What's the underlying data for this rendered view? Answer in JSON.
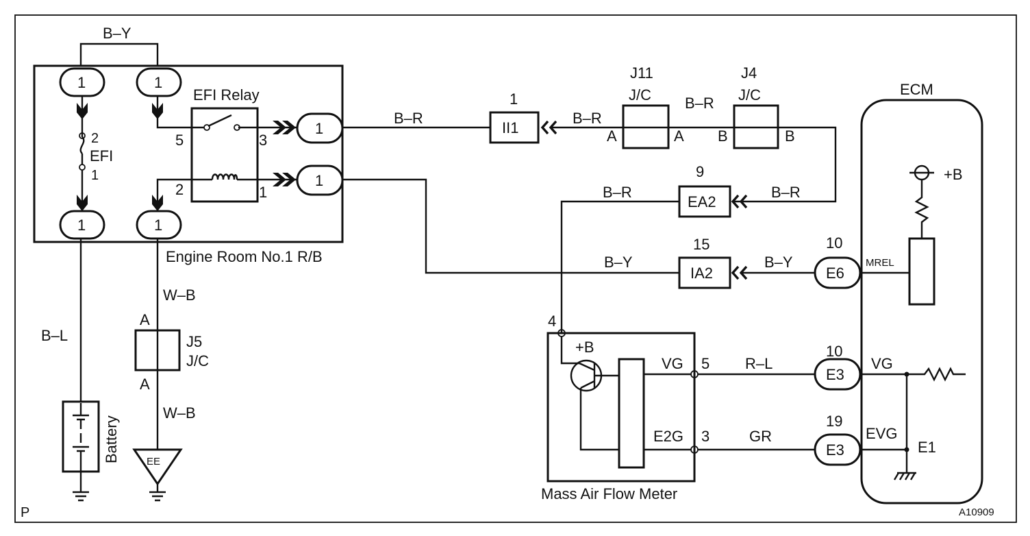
{
  "wires": {
    "b_y_top": "B–Y",
    "b_r_1": "B–R",
    "b_r_2": "B–R",
    "b_r_3": "B–R",
    "b_r_4": "B–R",
    "b_r_5": "B–R",
    "b_y_mid": "B–Y",
    "b_y_right": "B–Y",
    "w_b_1": "W–B",
    "w_b_2": "W–B",
    "b_l": "B–L",
    "r_l": "R–L",
    "gr": "GR"
  },
  "relay_box": {
    "title": "Engine Room No.1 R/B",
    "relay_label": "EFI Relay",
    "fuse_label": "EFI",
    "fuse_pin_top": "2",
    "fuse_pin_bottom": "1",
    "pin5": "5",
    "pin3": "3",
    "pin2": "2",
    "pin1": "1",
    "conn_1": "1",
    "conn_2": "1",
    "conn_3": "1",
    "conn_4": "1",
    "conn_5": "1",
    "conn_6": "1"
  },
  "connectors": {
    "ii1_num": "1",
    "ii1": "II1",
    "ea2_num": "9",
    "ea2": "EA2",
    "ia2_num": "15",
    "ia2": "IA2"
  },
  "junctions": {
    "j11": "J11",
    "j11_jc": "J/C",
    "j11_a_left": "A",
    "j11_a_right": "A",
    "j4": "J4",
    "j4_jc": "J/C",
    "j4_b_left": "B",
    "j4_b_right": "B",
    "j5": "J5",
    "j5_jc": "J/C",
    "j5_a_top": "A",
    "j5_a_bottom": "A"
  },
  "ecm": {
    "title": "ECM",
    "plus_b": "+B",
    "mrel": "MREL",
    "vg": "VG",
    "evg": "EVG",
    "e1": "E1",
    "e6_num": "10",
    "e6": "E6",
    "e3a_num": "10",
    "e3a": "E3",
    "e3b_num": "19",
    "e3b": "E3"
  },
  "maf": {
    "title": "Mass Air Flow Meter",
    "pin4": "4",
    "plus_b": "+B",
    "vg": "VG",
    "pin5": "5",
    "e2g": "E2G",
    "pin3": "3"
  },
  "battery": "Battery",
  "ground_ee": "EE",
  "corner_p": "P",
  "figure_id": "A10909"
}
